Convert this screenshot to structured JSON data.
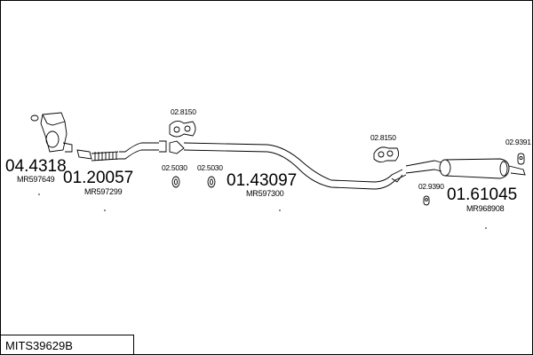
{
  "parts": [
    {
      "id": "catalyst",
      "number": "04.4318",
      "ref": "MR597649"
    },
    {
      "id": "front-pipe",
      "number": "01.20057",
      "ref": "MR597299"
    },
    {
      "id": "middle-pipe",
      "number": "01.43097",
      "ref": "MR597300"
    },
    {
      "id": "rear-silencer",
      "number": "01.61045",
      "ref": "MR968908"
    }
  ],
  "fittings": {
    "hanger_front": "02.8150",
    "hanger_rear": "02.8150",
    "clamp_a": "02.5030",
    "clamp_b": "02.5030",
    "rubber_rear": "02.9391",
    "rubber_small": "02.9390"
  },
  "kit_code": "MITS39629B"
}
